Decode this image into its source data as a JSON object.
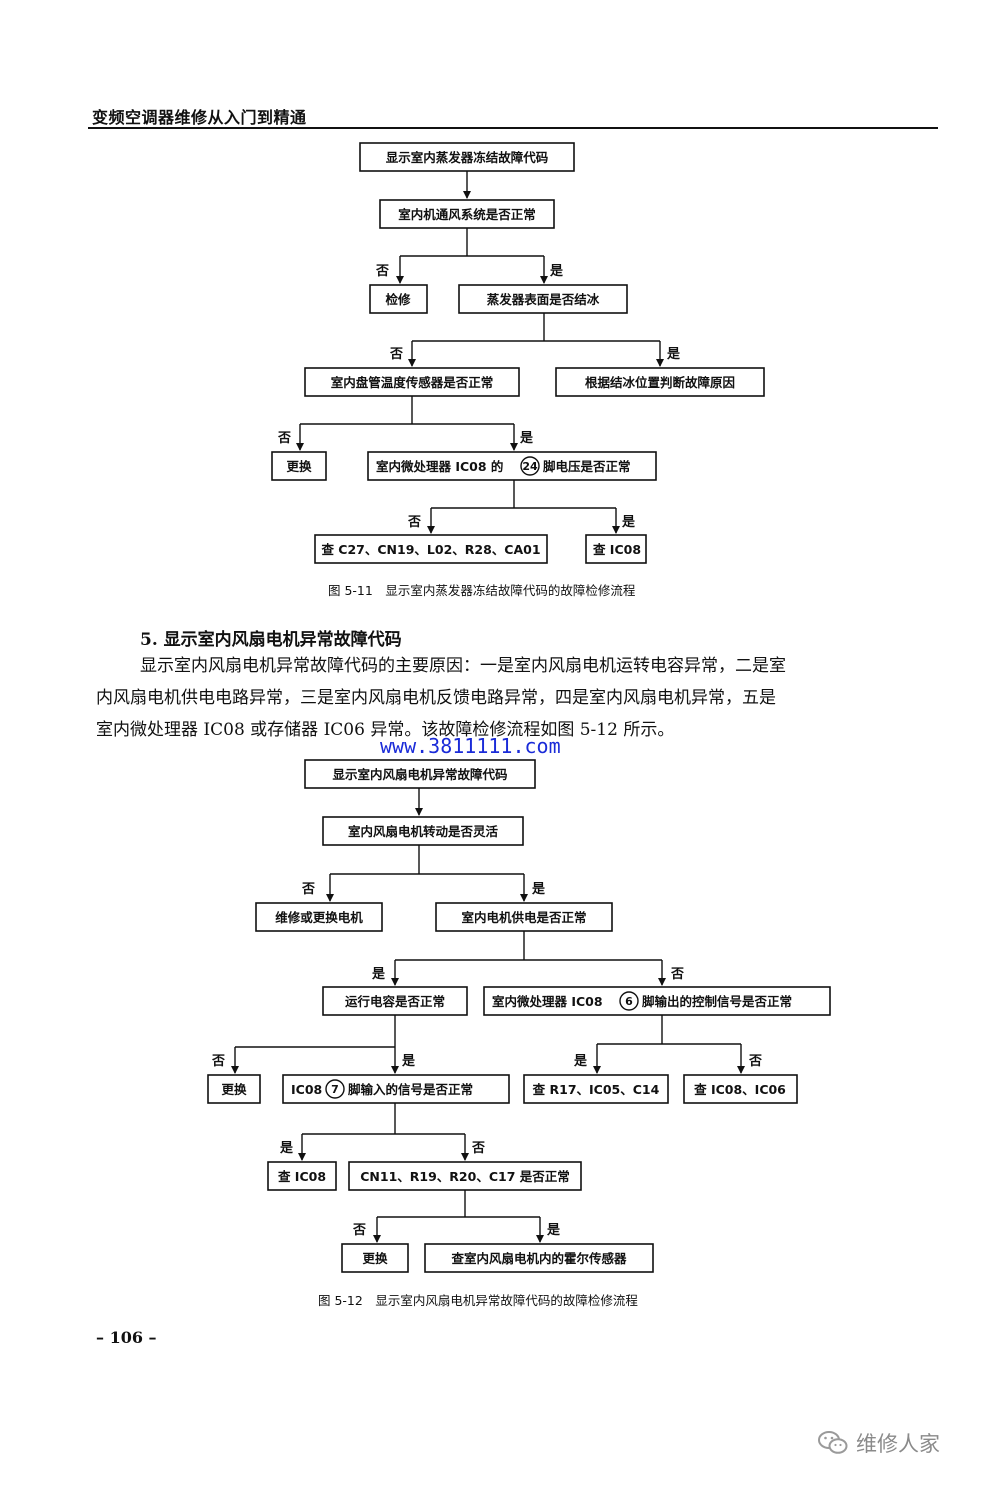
{
  "header": {
    "book_title": "变频空调器维修从入门到精通"
  },
  "figure_511": {
    "caption": "图 5-11　显示室内蒸发器冻结故障代码的故障检修流程",
    "nodes": {
      "start": "显示室内蒸发器冻结故障代码",
      "ventilation": "室内机通风系统是否正常",
      "repair": "检修",
      "frost": "蒸发器表面是否结冰",
      "coil_sensor": "室内盘管温度传感器是否正常",
      "judge_by_ice": "根据结冰位置判断故障原因",
      "replace": "更换",
      "pin24_check_prefix": "室内微处理器 IC08 的",
      "pin24_number": "24",
      "pin24_check_suffix": "脚电压是否正常",
      "check_parts": "查 C27、CN19、L02、R28、CA01",
      "check_ic08": "查 IC08"
    },
    "branches": {
      "no": "否",
      "yes": "是"
    }
  },
  "section": {
    "heading": "5. 显示室内风扇电机异常故障代码",
    "paragraph_lines": [
      "显示室内风扇电机异常故障代码的主要原因：一是室内风扇电机运转电容异常，二是室",
      "内风扇电机供电电路异常，三是室内风扇电机反馈电路异常，四是室内风扇电机异常，五是",
      "室内微处理器 IC08 或存储器 IC06 异常。该故障检修流程如图 5-12 所示。"
    ]
  },
  "watermark_url": "www.3811111.com",
  "figure_512": {
    "caption": "图 5-12　显示室内风扇电机异常故障代码的故障检修流程",
    "nodes": {
      "start": "显示室内风扇电机异常故障代码",
      "rotation": "室内风扇电机转动是否灵活",
      "repair_or_replace_motor": "维修或更换电机",
      "power_supply": "室内电机供电是否正常",
      "capacitor": "运行电容是否正常",
      "pin6_check_prefix": "室内微处理器 IC08",
      "pin6_number": "6",
      "pin6_check_suffix": "脚输出的控制信号是否正常",
      "replace": "更换",
      "pin7_check_prefix": "IC08",
      "pin7_number": "7",
      "pin7_check_suffix": "脚输入的信号是否正常",
      "check_r17": "查 R17、IC05、C14",
      "check_ic08_ic06": "查 IC08、IC06",
      "check_ic08": "查 IC08",
      "cn11_check": "CN11、R19、R20、C17 是否正常",
      "replace2": "更换",
      "hall_sensor": "查室内风扇电机内的霍尔传感器"
    },
    "branches": {
      "no": "否",
      "yes": "是"
    }
  },
  "page_number": "– 106 –",
  "brand": {
    "name": "维修人家",
    "icon": "wechat-icon"
  }
}
